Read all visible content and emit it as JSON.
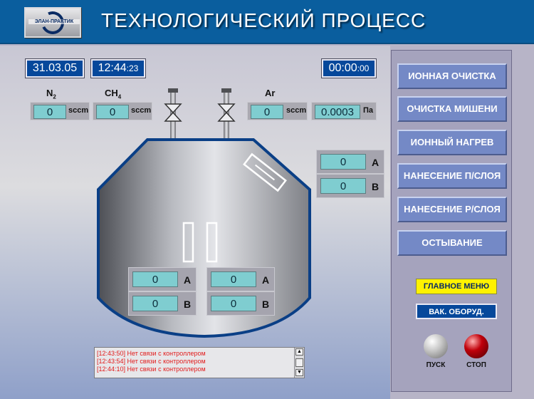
{
  "header": {
    "title": "ТЕХНОЛОГИЧЕСКИЙ ПРОЦЕСС",
    "logo_text": "ЭЛАН-ПРАКТИК"
  },
  "clock": {
    "date": "31.03.05",
    "time_main": "12:44",
    "time_sec": ":23",
    "timer_main": "00:00",
    "timer_sec": ":00"
  },
  "gases": [
    {
      "label": "N",
      "sub": "2",
      "value": "0",
      "unit": "sccm"
    },
    {
      "label": "CH",
      "sub": "4",
      "value": "0",
      "unit": "sccm"
    },
    {
      "label": "Ar",
      "sub": "",
      "value": "0",
      "unit": "sccm"
    }
  ],
  "pressure": {
    "value": "0.0003",
    "unit": "Па"
  },
  "top_right_meas": [
    {
      "value": "0",
      "unit": "A"
    },
    {
      "value": "0",
      "unit": "B"
    }
  ],
  "bottom_meas_left": [
    {
      "value": "0",
      "unit": "A"
    },
    {
      "value": "0",
      "unit": "B"
    }
  ],
  "bottom_meas_right": [
    {
      "value": "0",
      "unit": "A"
    },
    {
      "value": "0",
      "unit": "B"
    }
  ],
  "process_buttons": [
    "ИОННАЯ ОЧИСТКА",
    "ОЧИСТКА МИШЕНИ",
    "ИОННЫЙ НАГРЕВ",
    "НАНЕСЕНИЕ П/СЛОЯ",
    "НАНЕСЕНИЕ Р/СЛОЯ",
    "ОСТЫВАНИЕ"
  ],
  "main_menu": "ГЛАВНОЕ МЕНЮ",
  "vac_equipment": "ВАК. ОБОРУД.",
  "start_label": "ПУСК",
  "stop_label": "СТОП",
  "log": [
    "[12:43:50] Нет связи с контроллером",
    "[12:43:54] Нет связи с контроллером",
    "[12:44:10] Нет связи с контроллером"
  ],
  "colors": {
    "header": "#0a5e9e",
    "lcd": "#06489b",
    "field": "#7fcdd0",
    "button": "#7489c6",
    "main_menu": "#fff200",
    "lamp_start": "#c8c8c8",
    "lamp_stop": "#c0000a"
  }
}
